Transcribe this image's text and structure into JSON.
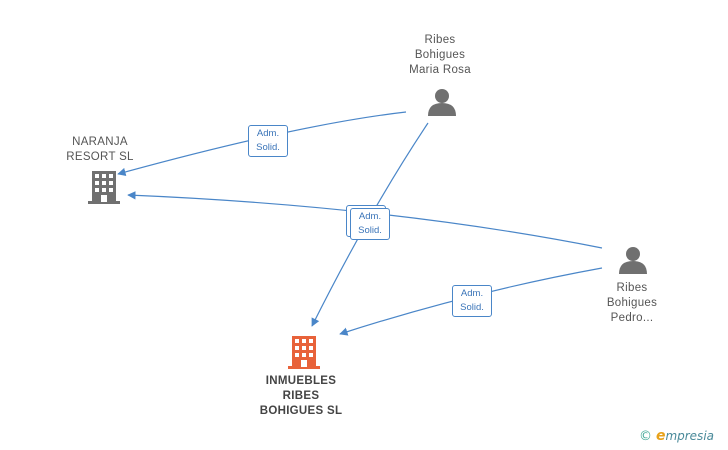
{
  "nodes": {
    "naranja": {
      "label": "NARANJA\nRESORT SL",
      "type": "company"
    },
    "inmuebles": {
      "label": "INMUEBLES\nRIBES\nBOHIGUES SL",
      "type": "company-main"
    },
    "maria_rosa": {
      "label": "Ribes\nBohigues\nMaria Rosa",
      "type": "person"
    },
    "pedro": {
      "label": "Ribes\nBohigues\nPedro...",
      "type": "person"
    }
  },
  "edges": [
    {
      "from": "maria_rosa",
      "to": "naranja",
      "label": "Adm.\nSolid."
    },
    {
      "from": "maria_rosa",
      "to": "inmuebles",
      "label": "Adm.\nSolid."
    },
    {
      "from": "pedro",
      "to": "naranja",
      "label": "Adm.\nSolid."
    },
    {
      "from": "pedro",
      "to": "inmuebles",
      "label": "Adm.\nSolid."
    }
  ],
  "colors": {
    "edge": "#4a86c8",
    "company": "#707070",
    "company_main": "#e8623a",
    "person": "#707070"
  },
  "watermark": {
    "symbol": "©",
    "brand_initial": "e",
    "brand_rest": "mpresia"
  }
}
